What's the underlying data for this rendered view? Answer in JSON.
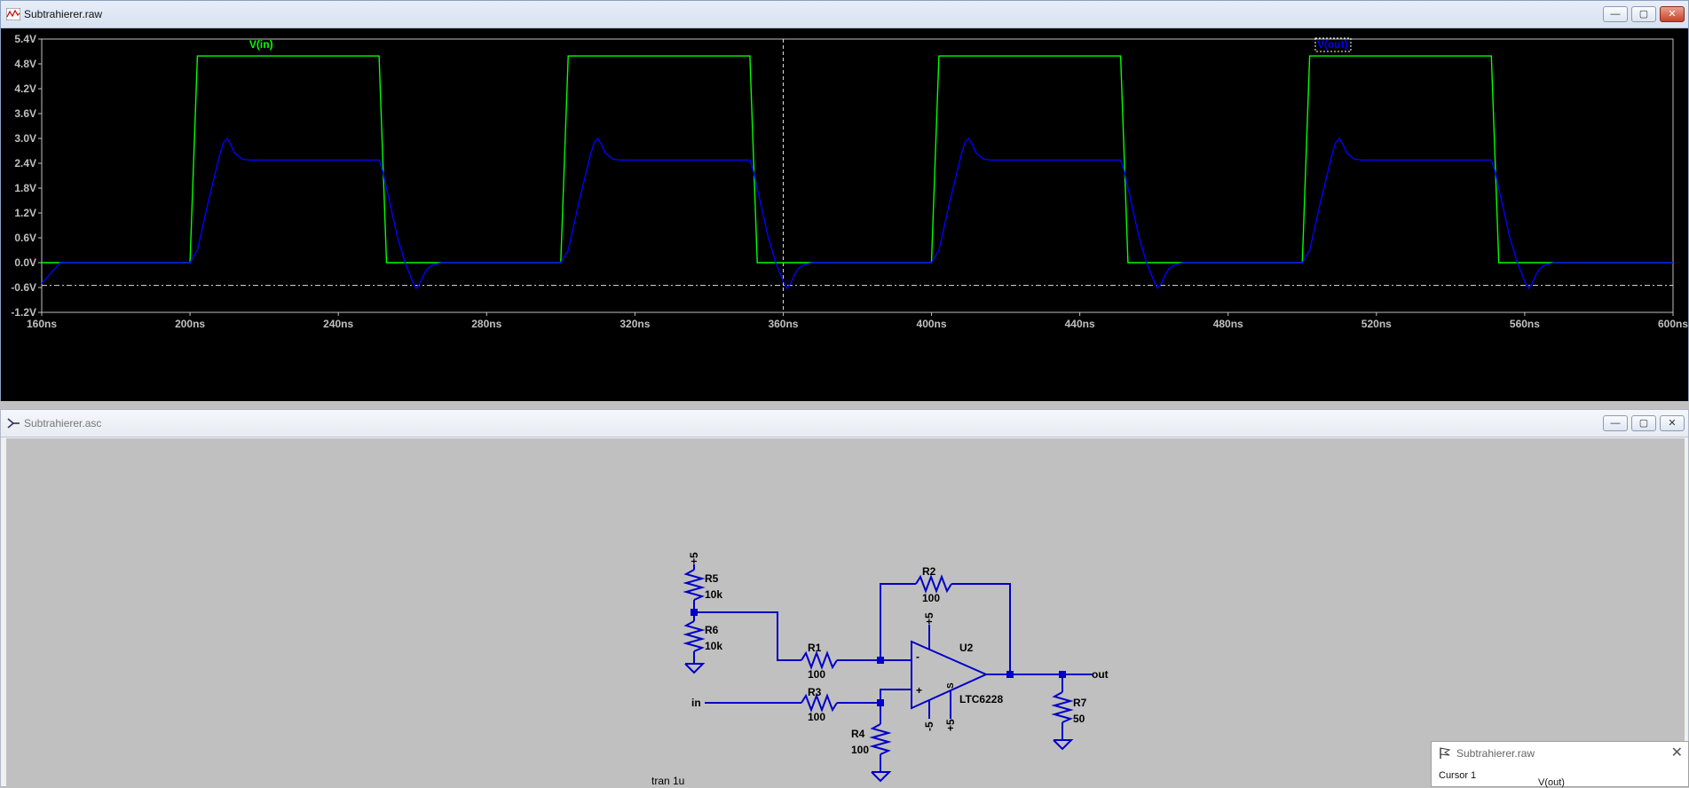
{
  "plot_window": {
    "title": "Subtrahierer.raw",
    "controls": {
      "minimize": "—",
      "maximize": "▢",
      "close": "✕"
    }
  },
  "schematic_window": {
    "title": "Subtrahierer.asc",
    "controls": {
      "minimize": "—",
      "maximize": "▢",
      "close": "✕"
    }
  },
  "cursor_window": {
    "title": "Subtrahierer.raw",
    "label": "Cursor 1",
    "trace": "V(out)",
    "close": "✕"
  },
  "chart_data": {
    "type": "line",
    "xlim": [
      160,
      600
    ],
    "ylim": [
      -1.2,
      5.4
    ],
    "x_ticks": [
      "160ns",
      "200ns",
      "240ns",
      "280ns",
      "320ns",
      "360ns",
      "400ns",
      "440ns",
      "480ns",
      "520ns",
      "560ns",
      "600ns"
    ],
    "x_tick_values": [
      160,
      200,
      240,
      280,
      320,
      360,
      400,
      440,
      480,
      520,
      560,
      600
    ],
    "y_ticks": [
      "5.4V",
      "4.8V",
      "4.2V",
      "3.6V",
      "3.0V",
      "2.4V",
      "1.8V",
      "1.2V",
      "0.6V",
      "0.0V",
      "-0.6V",
      "-1.2V"
    ],
    "y_tick_values": [
      5.4,
      4.8,
      4.2,
      3.6,
      3.0,
      2.4,
      1.8,
      1.2,
      0.6,
      0.0,
      -0.6,
      -1.2
    ],
    "cursor": {
      "x": 360,
      "y": -0.55
    },
    "series": [
      {
        "name": "V(in)",
        "color": "#00ff00",
        "x": [
          160,
          200,
          202,
          251,
          253,
          300,
          302,
          351,
          353,
          400,
          402,
          451,
          453,
          500,
          502,
          551,
          553,
          600
        ],
        "y": [
          0,
          0,
          4.99,
          4.99,
          0,
          0,
          4.99,
          4.99,
          0,
          0,
          4.99,
          4.99,
          0,
          0,
          4.99,
          4.99,
          0,
          0
        ]
      },
      {
        "name": "V(out)",
        "color": "#0000ff",
        "x": [
          160,
          161,
          163,
          165,
          200,
          202,
          205,
          208,
          209,
          210,
          211,
          212,
          214,
          216,
          220,
          251,
          252,
          254,
          256,
          258,
          260,
          261,
          262,
          263,
          264,
          265,
          266,
          268,
          270,
          300,
          302,
          305,
          308,
          309,
          310,
          311,
          312,
          314,
          316,
          320,
          351,
          352,
          354,
          356,
          358,
          360,
          361,
          362,
          363,
          364,
          365,
          366,
          368,
          370,
          400,
          402,
          405,
          408,
          409,
          410,
          411,
          412,
          414,
          416,
          420,
          451,
          452,
          454,
          456,
          458,
          460,
          461,
          462,
          463,
          464,
          465,
          466,
          468,
          470,
          500,
          502,
          505,
          508,
          509,
          510,
          511,
          512,
          514,
          516,
          520,
          551,
          552,
          554,
          556,
          558,
          560,
          561,
          562,
          563,
          564,
          565,
          566,
          568,
          600
        ],
        "y": [
          -0.5,
          -0.4,
          -0.2,
          0,
          0,
          0.3,
          1.5,
          2.6,
          2.9,
          3.0,
          2.85,
          2.65,
          2.5,
          2.48,
          2.48,
          2.48,
          2.2,
          1.4,
          0.6,
          0.0,
          -0.45,
          -0.62,
          -0.5,
          -0.3,
          -0.15,
          -0.08,
          -0.04,
          0,
          0,
          0,
          0.3,
          1.5,
          2.6,
          2.9,
          3.0,
          2.85,
          2.65,
          2.5,
          2.48,
          2.48,
          2.48,
          2.2,
          1.4,
          0.6,
          0.0,
          -0.45,
          -0.62,
          -0.5,
          -0.3,
          -0.15,
          -0.08,
          -0.04,
          0,
          0,
          0,
          0.3,
          1.5,
          2.6,
          2.9,
          3.0,
          2.85,
          2.65,
          2.5,
          2.48,
          2.48,
          2.48,
          2.2,
          1.4,
          0.6,
          0.0,
          -0.45,
          -0.62,
          -0.5,
          -0.3,
          -0.15,
          -0.08,
          -0.04,
          0,
          0,
          0,
          0.3,
          1.5,
          2.6,
          2.9,
          3.0,
          2.85,
          2.65,
          2.5,
          2.48,
          2.48,
          2.48,
          2.2,
          1.4,
          0.6,
          0.0,
          -0.45,
          -0.62,
          -0.5,
          -0.3,
          -0.15,
          -0.08,
          -0.04,
          0,
          0
        ]
      }
    ]
  },
  "schematic": {
    "labels": {
      "r5": "R5",
      "r5_val": "10k",
      "r6": "R6",
      "r6_val": "10k",
      "r1": "R1",
      "r1_val": "100",
      "r2": "R2",
      "r2_val": "100",
      "r3": "R3",
      "r3_val": "100",
      "r4": "R4",
      "r4_val": "100",
      "r7": "R7",
      "r7_val": "50",
      "u2": "U2",
      "u2_part": "LTC6228",
      "net_in": "in",
      "net_out": "out",
      "supply_top": "+5",
      "supply_op_top": "+5",
      "supply_op_bot_left": "-5",
      "supply_op_bot_right": "+5",
      "pin_minus": "-",
      "pin_plus": "+",
      "pin_shdn": "S",
      "directive": "tran 1u"
    },
    "wire_color": "#0000c8",
    "background": "#c0c0c0"
  }
}
